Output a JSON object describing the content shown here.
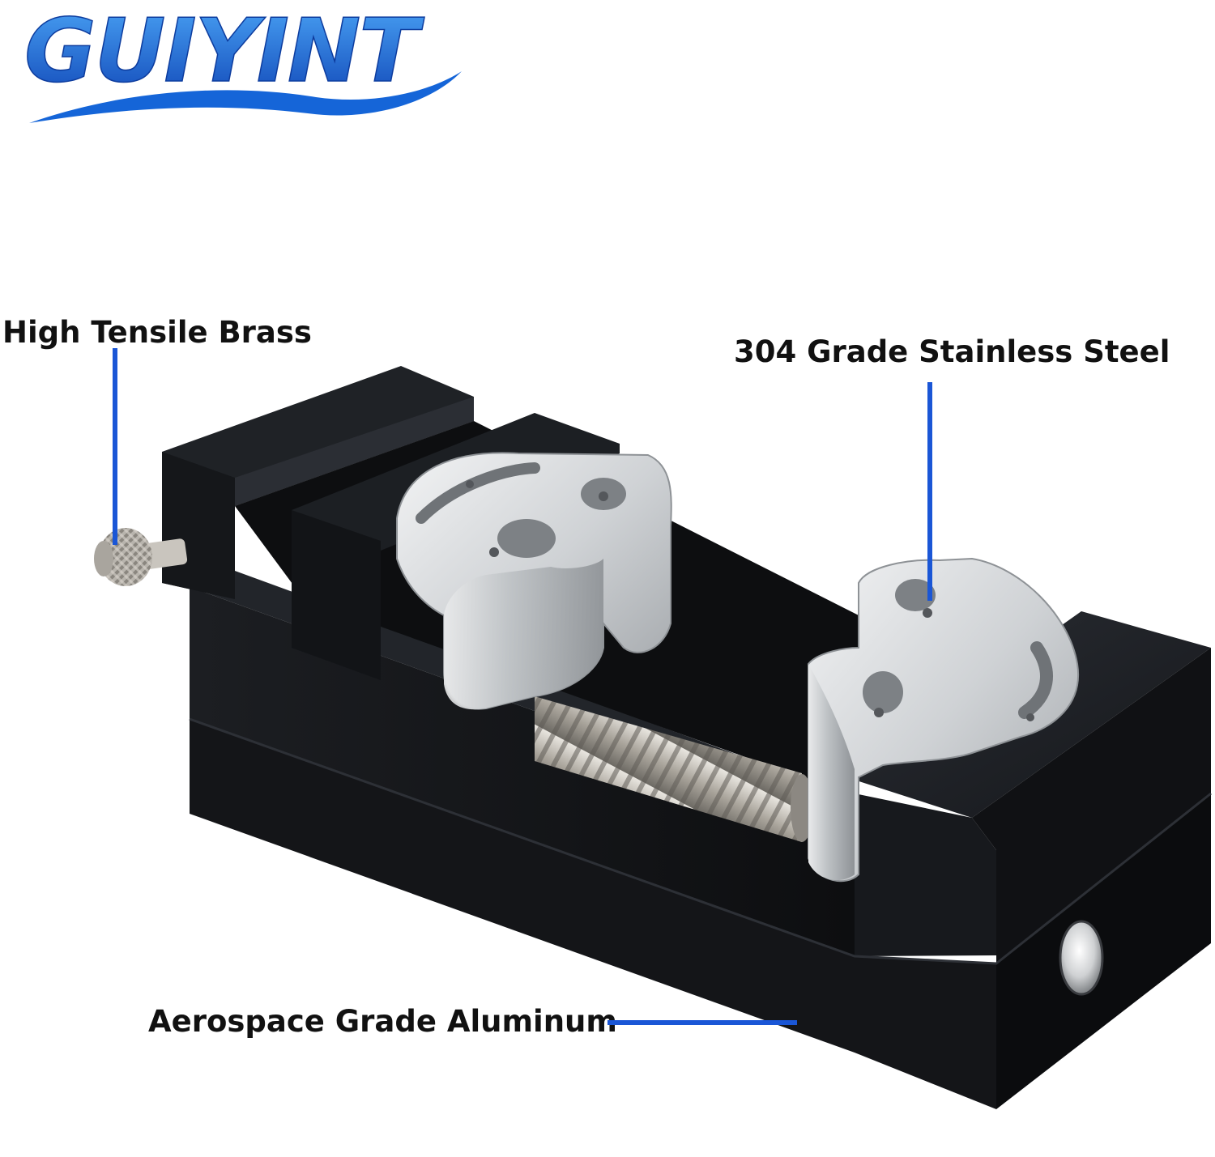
{
  "brand": {
    "name": "GUIYINT"
  },
  "callouts": {
    "brass": "High Tensile Brass",
    "steel": "304 Grade Stainless Steel",
    "aluminum": "Aerospace Grade Aluminum"
  },
  "colors": {
    "brand_blue": "#1565d8",
    "brand_blue_light": "#4aa3f5",
    "leader_line": "#1a56d6",
    "vise_body": "#16181c",
    "jaw_silver": "#d4d6d8",
    "text": "#111111",
    "background": "#ffffff"
  },
  "icons": {
    "logo": "guiyint-wave-logo",
    "photo": "bench-vise-photo"
  }
}
